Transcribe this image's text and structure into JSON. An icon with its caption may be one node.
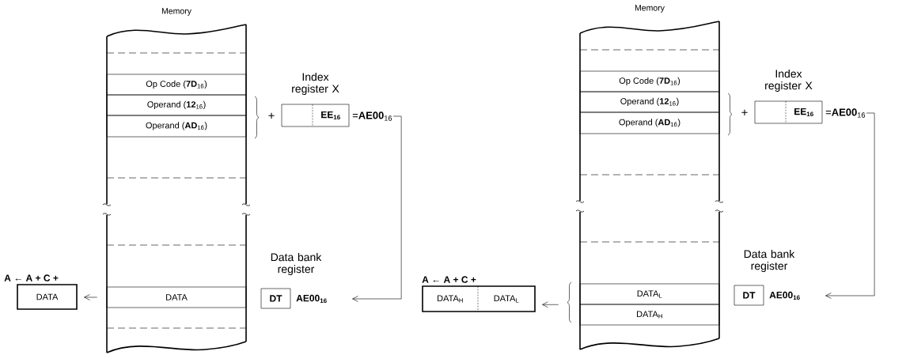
{
  "diagram": {
    "nodes": [
      {
        "text": [
          "Memory"
        ]
      },
      {
        "text": [
          "Op Code (**7D**$_{16}$)"
        ],
        "in": 0
      },
      {
        "text": [
          "Operand (**12**$_{16}$)"
        ],
        "in": 0
      },
      {
        "text": [
          "Operand (**AD**$_{16}$)"
        ],
        "in": 0
      },
      {
        "text": [
          "DATA"
        ],
        "in": 0
      },
      {
        "text": [
          "Index register X",
          "EE$_{16}$"
        ]
      },
      {
        "text": [
          "=**AE00**$_{16}$"
        ]
      },
      {
        "text": [
          "Data bank register",
          "DT"
        ]
      },
      {
        "text": [
          "AE00$_{16}$"
        ]
      },
      {
        "text": [
          "A ← A + C +",
          "DATA"
        ]
      },
      {
        "text": [
          "Memory"
        ]
      },
      {
        "text": [
          "Op Code (**7D**$_{16}$)"
        ],
        "in": 10
      },
      {
        "text": [
          "Operand (**12**$_{16}$)"
        ],
        "in": 10
      },
      {
        "text": [
          "Operand (**AD**$_{16}$)"
        ],
        "in": 10
      },
      {
        "text": [
          "DATA$_{L}$"
        ],
        "in": 10
      },
      {
        "text": [
          "DATA$_{H}$"
        ],
        "in": 10
      },
      {
        "text": [
          "Index register X",
          "EE$_{16}$"
        ]
      },
      {
        "text": [
          "=**AE00**$_{16}$"
        ]
      },
      {
        "text": [
          "Data bank register",
          "DT"
        ]
      },
      {
        "text": [
          "AE00$_{16}$"
        ]
      },
      {
        "text": [
          "A ← A + C +",
          "DATA$_{H}$",
          "DATA$_{L}$"
        ]
      }
    ],
    "edges": [
      {
        "from": 6,
        "to": 8,
        "arrow": "to"
      },
      {
        "from": 4,
        "to": 9,
        "arrow": "to"
      },
      {
        "from": 17,
        "to": 19,
        "arrow": "to"
      },
      {
        "from": 14,
        "to": 20,
        "arrow": "to"
      },
      {
        "from": 15,
        "to": 20,
        "arrow": "to"
      }
    ],
    "labels": [
      "+",
      "+"
    ]
  }
}
